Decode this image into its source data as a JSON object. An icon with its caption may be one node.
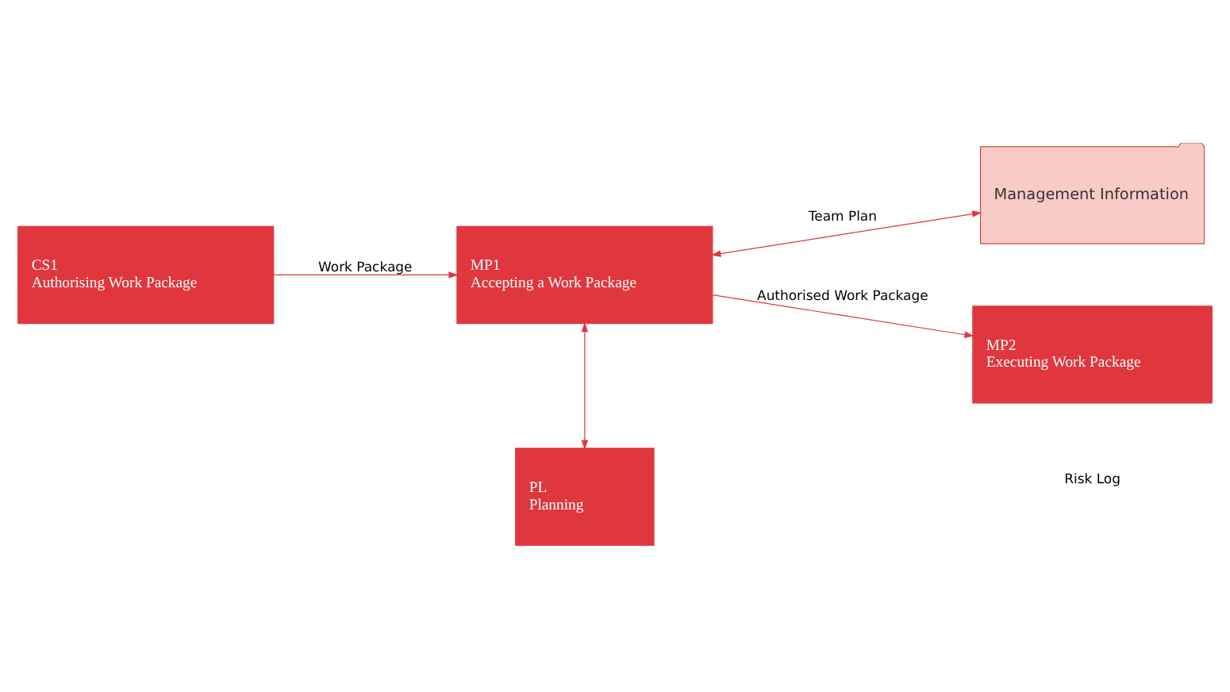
{
  "diagram": {
    "nodes": [
      {
        "text": [
          "CS1",
          "Authorising Work Package"
        ]
      },
      {
        "text": [
          "MP1",
          "Accepting a Work Package"
        ]
      },
      {
        "text": [
          "Management Information"
        ]
      },
      {
        "text": [
          "PL",
          "Planning"
        ]
      },
      {
        "text": [
          "MP2",
          "Executing Work Package"
        ]
      }
    ],
    "edges": [
      {
        "from": 0,
        "to": 1,
        "arrow": "to",
        "label": "Work Package"
      },
      {
        "from": 1,
        "to": 2,
        "arrow": "both",
        "label": "Team Plan"
      },
      {
        "from": 1,
        "to": 3,
        "arrow": "both"
      },
      {
        "from": 1,
        "to": 4,
        "arrow": "to",
        "label": "Authorised Work Package"
      }
    ],
    "labels": [
      "Risk Log"
    ]
  }
}
